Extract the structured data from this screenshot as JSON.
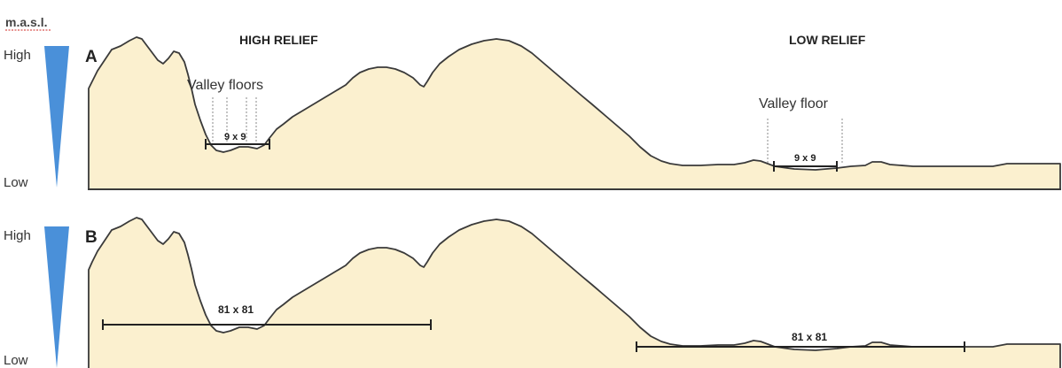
{
  "axis": {
    "unit": "m.a.s.l.",
    "high": "High",
    "low": "Low"
  },
  "panels": [
    {
      "letter": "A",
      "region_labels": {
        "high": "HIGH RELIEF",
        "low": "LOW RELIEF"
      },
      "valley_labels": {
        "high": "Valley floors",
        "low": "Valley floor"
      },
      "window_labels": {
        "high": "9 x 9",
        "low": "9 x 9"
      }
    },
    {
      "letter": "B",
      "window_labels": {
        "high": "81 x 81",
        "low": "81 x 81"
      }
    }
  ],
  "colors": {
    "terrain": "#fbf0cf",
    "outline": "#3a3a3a",
    "wedge": "#4a90d9",
    "underline": "#d9534f"
  }
}
